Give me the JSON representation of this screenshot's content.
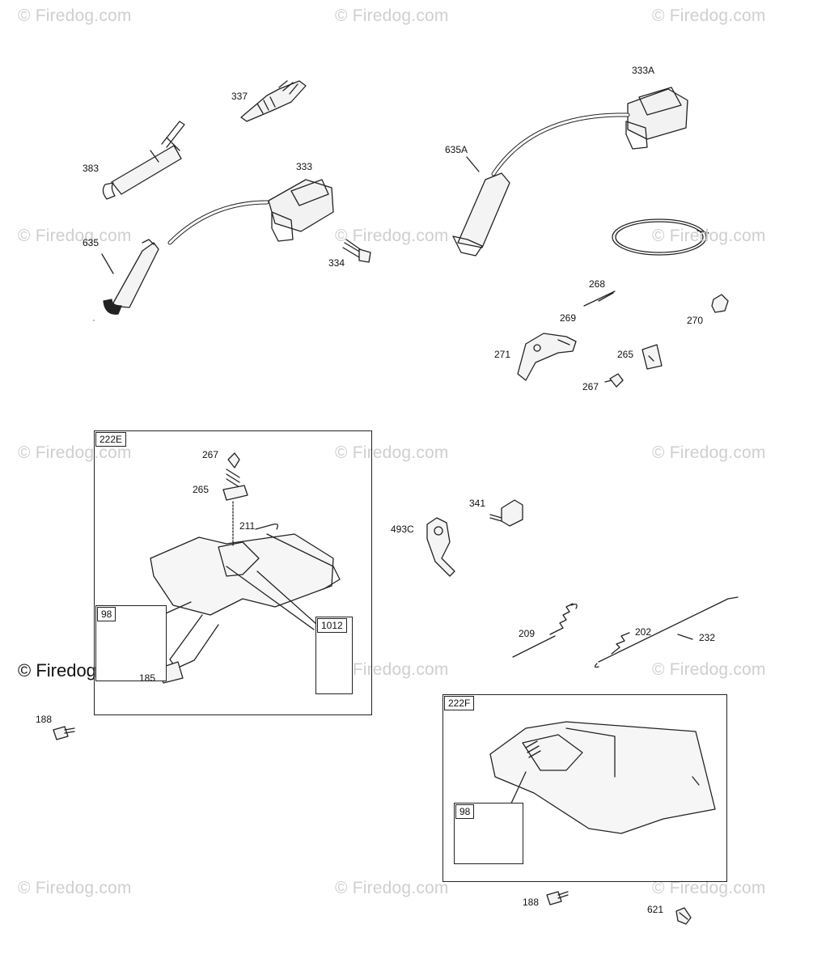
{
  "watermarks": {
    "text": "© Firedog.com",
    "dark_text": "© Firedog.com"
  },
  "parts": {
    "p337": "337",
    "p383": "383",
    "p333": "333",
    "p635": "635",
    "p334": "334",
    "p333A": "333A",
    "p635A": "635A",
    "p268": "268",
    "p269": "269",
    "p270": "270",
    "p271": "271",
    "p265_top": "265",
    "p267_top": "267",
    "p341": "341",
    "p493C": "493C",
    "p209": "209",
    "p202": "202",
    "p232": "232",
    "p188_left": "188",
    "p188_bottom": "188",
    "p621": "621"
  },
  "box_222E": {
    "tag": "222E",
    "p267": "267",
    "p265": "265",
    "p211": "211",
    "inset_98": "98",
    "inset_1012": "1012",
    "p185": "185"
  },
  "box_222F": {
    "tag": "222F",
    "inset_98": "98"
  }
}
